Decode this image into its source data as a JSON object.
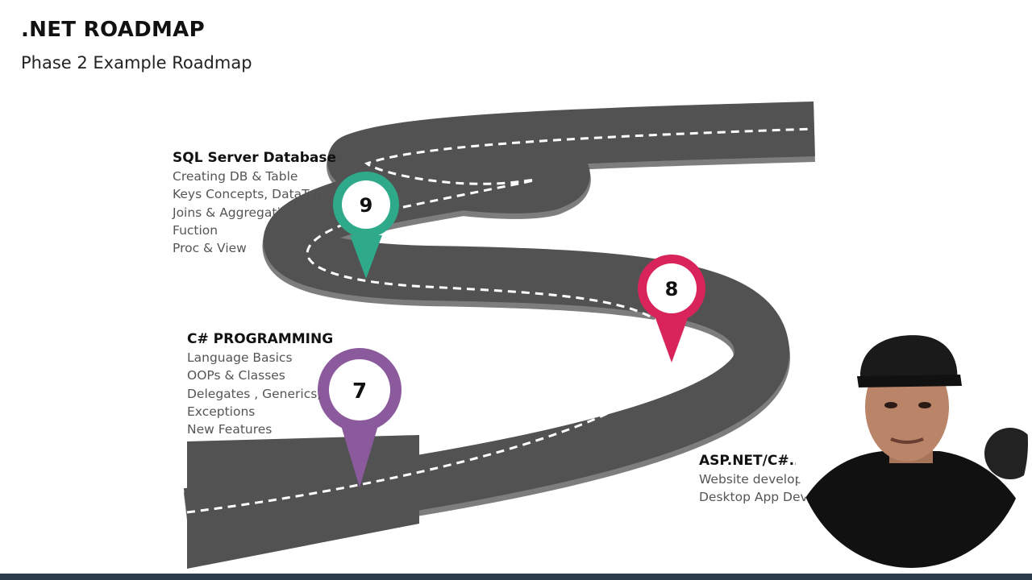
{
  "header": {
    "title": ".NET ROADMAP",
    "subtitle": "Phase 2 Example Roadmap"
  },
  "colors": {
    "road": "#525252",
    "road_edge": "#7d7d7d",
    "milestone_7": "#8a5a9c",
    "milestone_8": "#d8245a",
    "milestone_9": "#2ea98a"
  },
  "milestones": [
    {
      "number": "7",
      "title": "C# PROGRAMMING",
      "items": [
        "Language Basics",
        "OOPs & Classes",
        "Delegates , Generics,",
        "Exceptions",
        "New Features"
      ]
    },
    {
      "number": "8",
      "title": "ASP.NET/C#.NET",
      "items": [
        "Website development o",
        "Desktop App Devel"
      ]
    },
    {
      "number": "9",
      "title": "SQL Server Database",
      "items": [
        "Creating DB & Table",
        "Keys Concepts, DataType",
        "Joins & Aggregation",
        "Fuction",
        "Proc & View"
      ]
    }
  ]
}
